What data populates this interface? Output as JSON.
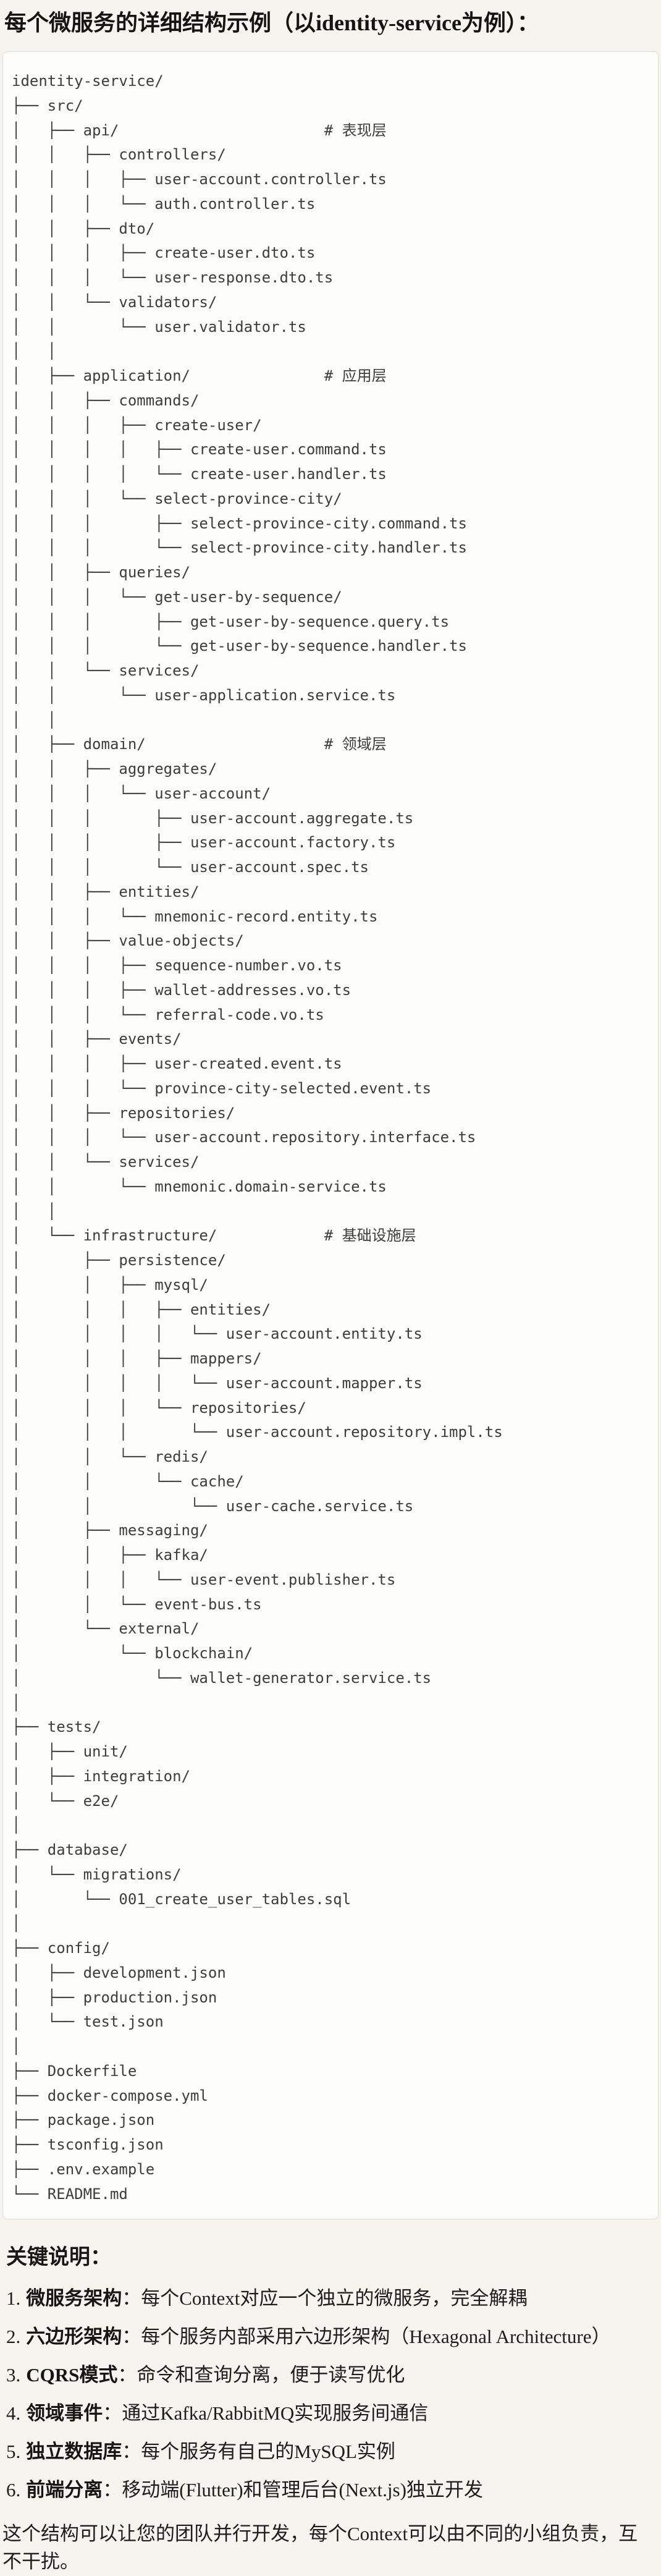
{
  "title": "每个微服务的详细结构示例（以identity-service为例）：",
  "tree": {
    "lines": [
      "identity-service/",
      "├── src/",
      "│   ├── api/                       # 表现层",
      "│   │   ├── controllers/",
      "│   │   │   ├── user-account.controller.ts",
      "│   │   │   └── auth.controller.ts",
      "│   │   ├── dto/",
      "│   │   │   ├── create-user.dto.ts",
      "│   │   │   └── user-response.dto.ts",
      "│   │   └── validators/",
      "│   │       └── user.validator.ts",
      "│   │",
      "│   ├── application/               # 应用层",
      "│   │   ├── commands/",
      "│   │   │   ├── create-user/",
      "│   │   │   │   ├── create-user.command.ts",
      "│   │   │   │   └── create-user.handler.ts",
      "│   │   │   └── select-province-city/",
      "│   │   │       ├── select-province-city.command.ts",
      "│   │   │       └── select-province-city.handler.ts",
      "│   │   ├── queries/",
      "│   │   │   └── get-user-by-sequence/",
      "│   │   │       ├── get-user-by-sequence.query.ts",
      "│   │   │       └── get-user-by-sequence.handler.ts",
      "│   │   └── services/",
      "│   │       └── user-application.service.ts",
      "│   │",
      "│   ├── domain/                    # 领域层",
      "│   │   ├── aggregates/",
      "│   │   │   └── user-account/",
      "│   │   │       ├── user-account.aggregate.ts",
      "│   │   │       ├── user-account.factory.ts",
      "│   │   │       └── user-account.spec.ts",
      "│   │   ├── entities/",
      "│   │   │   └── mnemonic-record.entity.ts",
      "│   │   ├── value-objects/",
      "│   │   │   ├── sequence-number.vo.ts",
      "│   │   │   ├── wallet-addresses.vo.ts",
      "│   │   │   └── referral-code.vo.ts",
      "│   │   ├── events/",
      "│   │   │   ├── user-created.event.ts",
      "│   │   │   └── province-city-selected.event.ts",
      "│   │   ├── repositories/",
      "│   │   │   └── user-account.repository.interface.ts",
      "│   │   └── services/",
      "│   │       └── mnemonic.domain-service.ts",
      "│   │",
      "│   └── infrastructure/            # 基础设施层",
      "│       ├── persistence/",
      "│       │   ├── mysql/",
      "│       │   │   ├── entities/",
      "│       │   │   │   └── user-account.entity.ts",
      "│       │   │   ├── mappers/",
      "│       │   │   │   └── user-account.mapper.ts",
      "│       │   │   └── repositories/",
      "│       │   │       └── user-account.repository.impl.ts",
      "│       │   └── redis/",
      "│       │       └── cache/",
      "│       │           └── user-cache.service.ts",
      "│       ├── messaging/",
      "│       │   ├── kafka/",
      "│       │   │   └── user-event.publisher.ts",
      "│       │   └── event-bus.ts",
      "│       └── external/",
      "│           └── blockchain/",
      "│               └── wallet-generator.service.ts",
      "│",
      "├── tests/",
      "│   ├── unit/",
      "│   ├── integration/",
      "│   └── e2e/",
      "│",
      "├── database/",
      "│   └── migrations/",
      "│       └── 001_create_user_tables.sql",
      "│",
      "├── config/",
      "│   ├── development.json",
      "│   ├── production.json",
      "│   └── test.json",
      "│",
      "├── Dockerfile",
      "├── docker-compose.yml",
      "├── package.json",
      "├── tsconfig.json",
      "├── .env.example",
      "└── README.md"
    ]
  },
  "notes": {
    "heading": "关键说明：",
    "items": [
      {
        "num": "1.",
        "term": "微服务架构",
        "desc": "：每个Context对应一个独立的微服务，完全解耦"
      },
      {
        "num": "2.",
        "term": "六边形架构",
        "desc": "：每个服务内部采用六边形架构（Hexagonal Architecture）"
      },
      {
        "num": "3.",
        "term": "CQRS模式",
        "desc": "：命令和查询分离，便于读写优化"
      },
      {
        "num": "4.",
        "term": "领域事件",
        "desc": "：通过Kafka/RabbitMQ实现服务间通信"
      },
      {
        "num": "5.",
        "term": "独立数据库",
        "desc": "：每个服务有自己的MySQL实例"
      },
      {
        "num": "6.",
        "term": "前端分离",
        "desc": "：移动端(Flutter)和管理后台(Next.js)独立开发"
      }
    ],
    "footer": "这个结构可以让您的团队并行开发，每个Context可以由不同的小组负责，互不干扰。"
  }
}
